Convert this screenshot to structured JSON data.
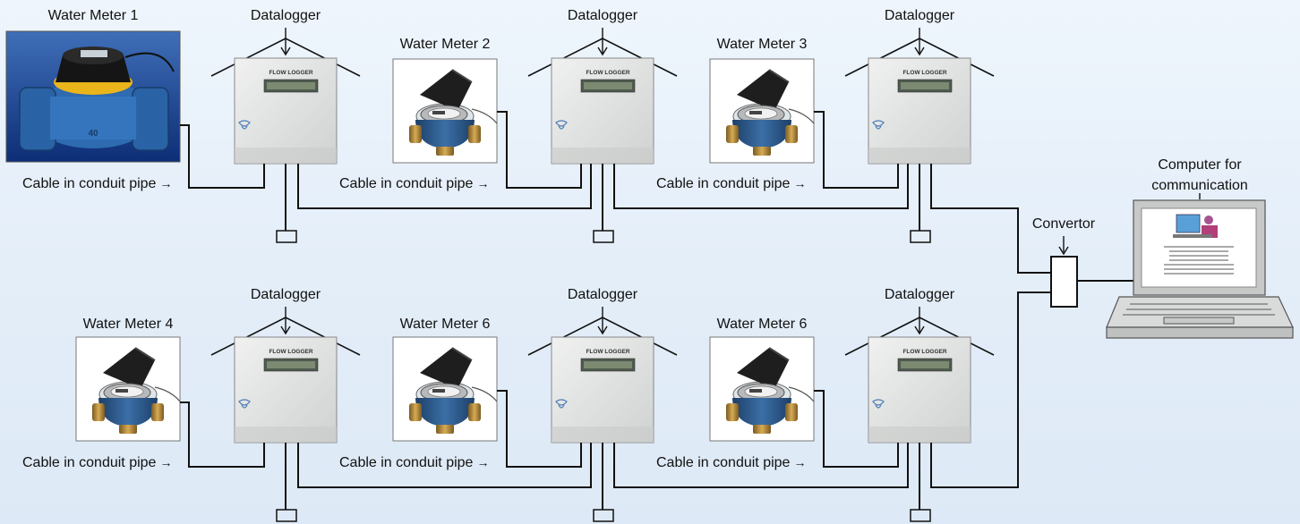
{
  "meters": [
    {
      "label": "Water Meter 1",
      "kind": "industrial"
    },
    {
      "label": "Water Meter 2",
      "kind": "domestic"
    },
    {
      "label": "Water Meter 3",
      "kind": "domestic"
    },
    {
      "label": "Water Meter 4",
      "kind": "domestic"
    },
    {
      "label": "Water Meter 6",
      "kind": "domestic"
    },
    {
      "label": "Water Meter 6",
      "kind": "domestic"
    }
  ],
  "datalogger": {
    "label": "Datalogger",
    "panel_text": "FLOW LOGGER"
  },
  "cable_label": "Cable in conduit pipe",
  "arrow_glyph": "→",
  "convertor_label": "Convertor",
  "computer_label_line1": "Computer for",
  "computer_label_line2": "communication",
  "colors": {
    "background": "#e7f0fa",
    "wire": "#111111",
    "logger_body": "#e2e4e3",
    "meter_body": "#2b5c8f",
    "brass": "#b78a3a",
    "lid": "#1e1e1e"
  }
}
